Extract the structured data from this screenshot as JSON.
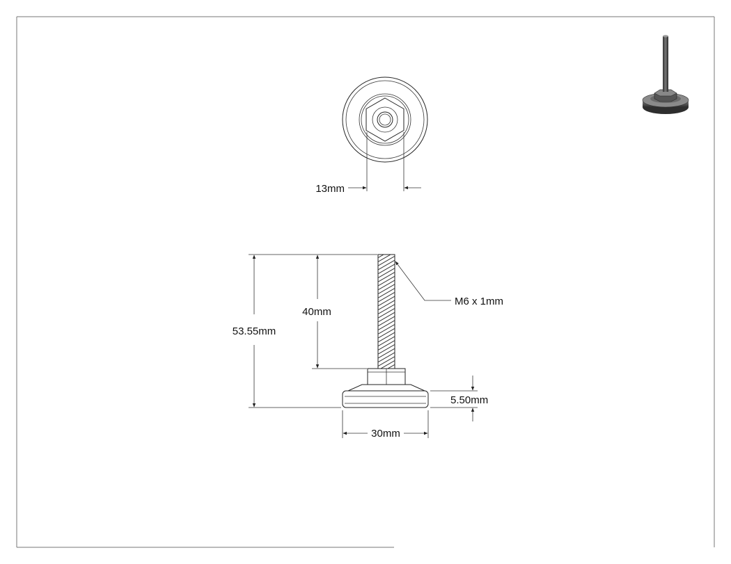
{
  "dimensions": {
    "hex_across_flats": "13mm",
    "total_height": "53.55mm",
    "thread_length": "40mm",
    "thread_spec": "M6 x 1mm",
    "base_height": "5.50mm",
    "base_diameter": "30mm"
  }
}
